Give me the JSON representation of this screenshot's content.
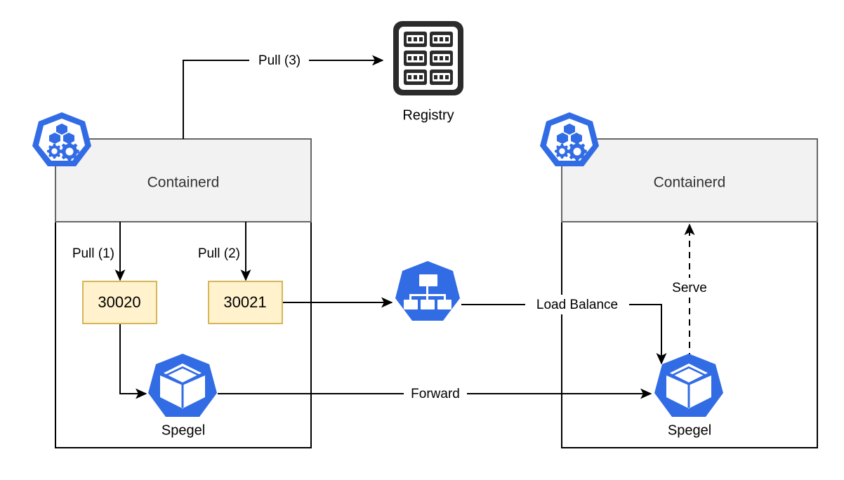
{
  "diagram": {
    "title": "Spegel peer-to-peer image distribution",
    "type": "architecture-diagram",
    "colors": {
      "kubernetes_blue": "#326ce5",
      "port_box_fill": "#fff2cc",
      "port_box_stroke": "#d6b656",
      "header_fill": "#f2f2f2",
      "header_stroke": "#666666",
      "edge_stroke": "#000000",
      "registry_icon": "#2b2b2b",
      "canvas": "#ffffff"
    }
  },
  "nodes": {
    "registry": {
      "label": "Registry",
      "icon": "registry-icon"
    },
    "left_node": {
      "header_label": "Containerd",
      "icon": "containerd-icon",
      "ports": [
        {
          "label": "30020",
          "name": "port-box-30020"
        },
        {
          "label": "30021",
          "name": "port-box-30021"
        }
      ],
      "spegel": {
        "label": "Spegel",
        "icon": "spegel-cube-icon"
      }
    },
    "right_node": {
      "header_label": "Containerd",
      "icon": "containerd-icon",
      "spegel": {
        "label": "Spegel",
        "icon": "spegel-cube-icon"
      }
    },
    "load_balancer": {
      "label": "",
      "icon": "load-balancer-icon"
    }
  },
  "edges": [
    {
      "name": "edge-pull-1",
      "label": "Pull (1)",
      "style": "solid"
    },
    {
      "name": "edge-pull-2",
      "label": "Pull (2)",
      "style": "solid"
    },
    {
      "name": "edge-pull-3",
      "label": "Pull (3)",
      "style": "solid"
    },
    {
      "name": "edge-load-balance",
      "label": "Load Balance",
      "style": "solid"
    },
    {
      "name": "edge-forward",
      "label": "Forward",
      "style": "solid"
    },
    {
      "name": "edge-serve",
      "label": "Serve",
      "style": "dashed"
    }
  ],
  "labels": {
    "pull_1": "Pull (1)",
    "pull_2": "Pull (2)",
    "pull_3": "Pull (3)",
    "load_balance": "Load Balance",
    "forward": "Forward",
    "serve": "Serve",
    "registry": "Registry",
    "containerd_left": "Containerd",
    "containerd_right": "Containerd",
    "spegel_left": "Spegel",
    "spegel_right": "Spegel",
    "port_30020": "30020",
    "port_30021": "30021"
  }
}
